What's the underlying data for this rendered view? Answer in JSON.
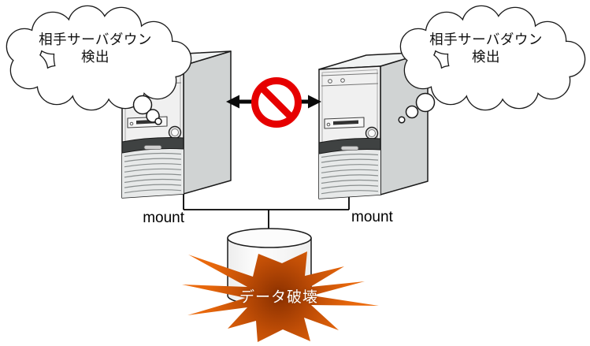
{
  "clouds": {
    "left": {
      "line1": "相手サーバダウン",
      "line2": "検出"
    },
    "right": {
      "line1": "相手サーバダウン",
      "line2": "検出"
    }
  },
  "labels": {
    "mount_left": "mount",
    "mount_right": "mount",
    "explosion": "データ破壊"
  },
  "colors": {
    "prohibition_red": "#e60000",
    "explosion_orange": "#ee6c0d",
    "explosion_core": "#8a3000",
    "outline": "#1a1a1a"
  }
}
